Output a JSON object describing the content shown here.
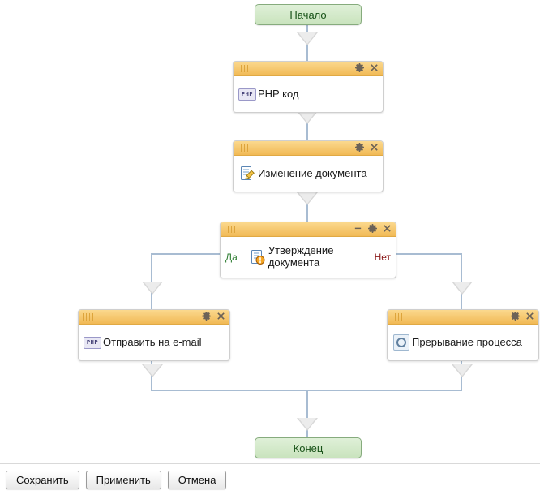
{
  "diagram": {
    "start": {
      "label": "Начало"
    },
    "end": {
      "label": "Конец"
    },
    "nodes": [
      {
        "id": "php-code",
        "title_icons": [
          "gear-icon",
          "close-icon"
        ],
        "label": "PHP код",
        "icon": "php-icon"
      },
      {
        "id": "document-change",
        "title_icons": [
          "gear-icon",
          "close-icon"
        ],
        "label": "Изменение документа",
        "icon": "document-edit-icon"
      },
      {
        "id": "document-approval",
        "title_icons": [
          "minimize-icon",
          "gear-icon",
          "close-icon"
        ],
        "label": "Утверждение документа",
        "icon": "document-approval-icon",
        "branch_yes": "Да",
        "branch_no": "Нет"
      },
      {
        "id": "send-email",
        "title_icons": [
          "gear-icon",
          "close-icon"
        ],
        "label": "Отправить на e-mail",
        "icon": "php-icon"
      },
      {
        "id": "interrupt-process",
        "title_icons": [
          "gear-icon",
          "close-icon"
        ],
        "label": "Прерывание процесса",
        "icon": "stop-icon"
      }
    ],
    "icon_glyphs": {
      "gear": "✿",
      "close": "✕",
      "minimize": "—",
      "php_text": "PHP"
    }
  },
  "footer": {
    "save_label": "Сохранить",
    "apply_label": "Применить",
    "cancel_label": "Отмена"
  },
  "colors": {
    "terminal_border": "#86ab7d",
    "terminal_fill": "#dff0d8",
    "terminal_text": "#185218",
    "titlebar": "#f1b955",
    "connector": "#a8bcd2",
    "yes": "#2e7d32",
    "no": "#8b1a1a"
  }
}
